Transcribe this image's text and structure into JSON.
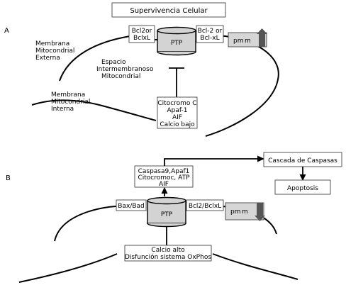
{
  "panel_a": {
    "label": "A",
    "survival_box": "Supervivencia Celular",
    "left_box": [
      "Bcl2or",
      "BclxL"
    ],
    "right_box": [
      "Bcl-2 or",
      "Bcl-xL"
    ],
    "ptp_label": "PTP",
    "membrane_potential": [
      "pm",
      "m"
    ],
    "outer_membrane": [
      "Membrana",
      "Mitocondrial",
      "Externa"
    ],
    "intermembrane_space": [
      "Espacio",
      "Intermembranoso",
      "Mitocondrial"
    ],
    "inner_membrane": [
      "Membrana",
      "Mitocondrial",
      "Interna"
    ],
    "bottom_box": [
      "Citocromo C",
      "Apaf-1",
      "AIF",
      "Calcio bajo"
    ]
  },
  "panel_b": {
    "label": "B",
    "released_box": [
      "Caspasa9,Apaf1",
      "Citocromoc, ATP",
      "AIF"
    ],
    "cascade_box": "Cascada de Caspasas",
    "apoptosis_box": "Apoptosis",
    "left_box": "Bax/Bad",
    "right_box": "Bcl2/BclxL",
    "ptp_label": "PTP",
    "membrane_potential": [
      "pm",
      "m"
    ],
    "bottom_box": [
      "Calcio alto",
      "Disfunción sistema OxPhos"
    ]
  },
  "colors": {
    "ptp_fill": "#d3d3d3",
    "potential_box_fill": "#d6d6d6",
    "arrow_fill": "#555555",
    "line": "#000000"
  }
}
